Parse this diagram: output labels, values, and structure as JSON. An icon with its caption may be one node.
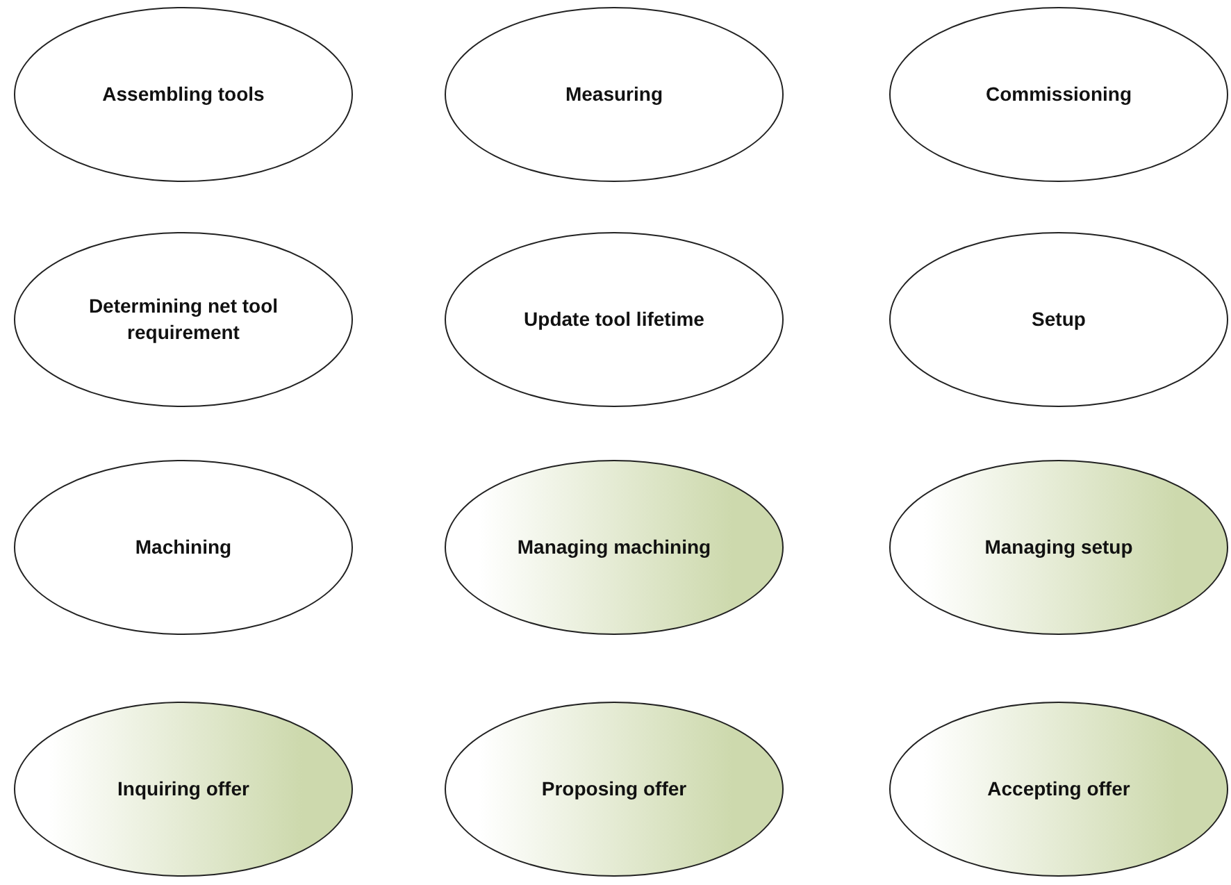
{
  "diagram": {
    "nodes": [
      {
        "text": [
          "Assembling tools"
        ]
      },
      {
        "text": [
          "Measuring"
        ]
      },
      {
        "text": [
          "Commissioning"
        ]
      },
      {
        "text": [
          "Determining net tool requirement"
        ]
      },
      {
        "text": [
          "Update tool lifetime"
        ]
      },
      {
        "text": [
          "Setup"
        ]
      },
      {
        "text": [
          "Machining"
        ]
      },
      {
        "text": [
          "Managing machining"
        ]
      },
      {
        "text": [
          "Managing setup"
        ]
      },
      {
        "text": [
          "Inquiring offer"
        ]
      },
      {
        "text": [
          "Proposing offer"
        ]
      },
      {
        "text": [
          "Accepting offer"
        ]
      }
    ]
  }
}
